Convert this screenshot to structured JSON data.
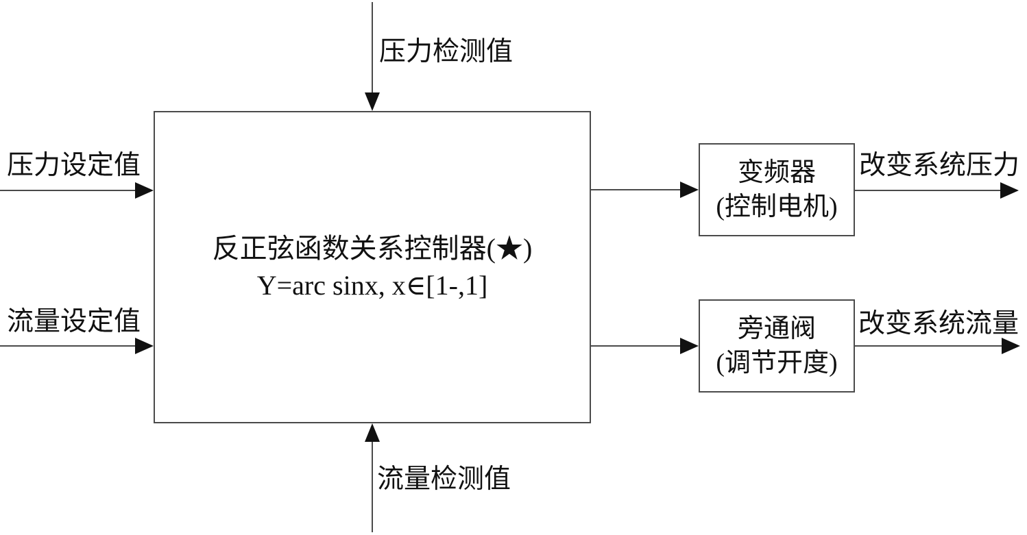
{
  "controller": {
    "title": "反正弦函数关系控制器(★)",
    "formula": "Y=arc sinx, x∈[1-,1]"
  },
  "inputs": {
    "pressure_feedback": "压力检测值",
    "pressure_setpoint": "压力设定值",
    "flow_setpoint": "流量设定值",
    "flow_feedback": "流量检测值"
  },
  "actuators": {
    "inverter": {
      "name": "变频器",
      "note": "(控制电机)"
    },
    "valve": {
      "name": "旁通阀",
      "note": "(调节开度)"
    }
  },
  "outputs": {
    "pressure": "改变系统压力",
    "flow": "改变系统流量"
  },
  "colors": {
    "background": "#ffffff",
    "line": "#4a4a4a",
    "arrowhead": "#111111",
    "text": "#111111",
    "box_border": "#4a4a4a"
  }
}
